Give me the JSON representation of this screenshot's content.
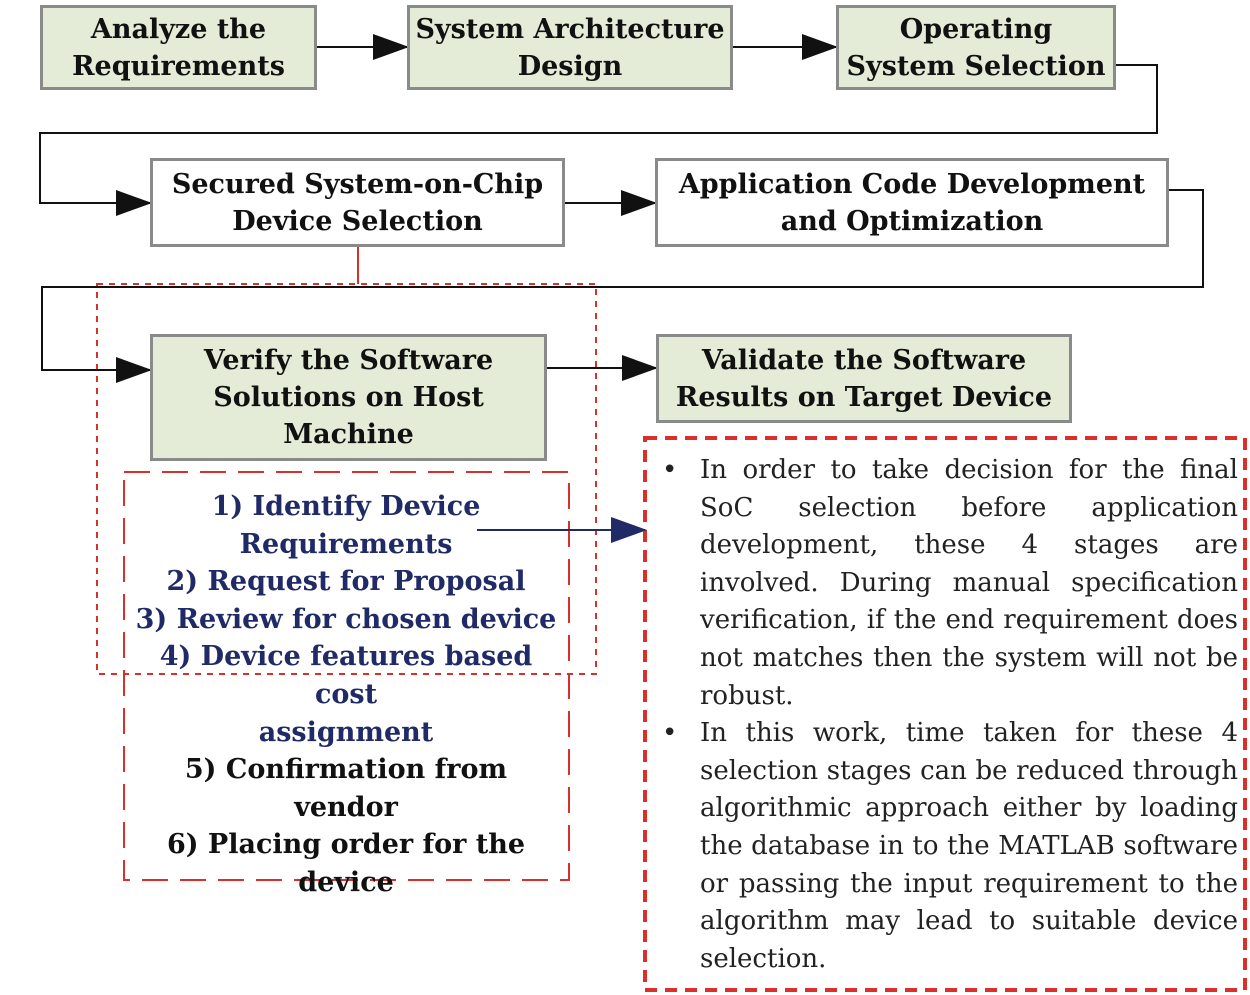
{
  "flow": {
    "analyze": "Analyze the\nRequirements",
    "architecture": "System Architecture\nDesign",
    "os": "Operating\nSystem Selection",
    "soc": "Secured System-on-Chip\nDevice Selection",
    "appcode": "Application Code Development\nand Optimization",
    "verify": "Verify the Software\nSolutions on Host\nMachine",
    "validate": "Validate the Software\nResults on Target Device"
  },
  "steps": [
    "1) Identify Device\nRequirements",
    "2) Request for Proposal",
    "3) Review for chosen device",
    "4) Device features based cost\nassignment",
    "5) Confirmation from\nvendor",
    "6) Placing order for the\ndevice"
  ],
  "note": {
    "bullet_glyph": "•",
    "bullets": [
      "In order to take decision for the final SoC selection before application development, these 4 stages are involved. During manual specification verification, if the end requirement does not matches then the system will not be robust.",
      "In this work, time taken for these 4 selection stages can be reduced through algorithmic approach either by loading the database in to the MATLAB software or passing the input requirement to the algorithm may lead to suitable device selection."
    ]
  },
  "colors": {
    "green_fill": "#e4ebd7",
    "border_gray": "#8a8a8a",
    "dashed_red": "#d9302b",
    "step_blue": "#1f2a66"
  }
}
